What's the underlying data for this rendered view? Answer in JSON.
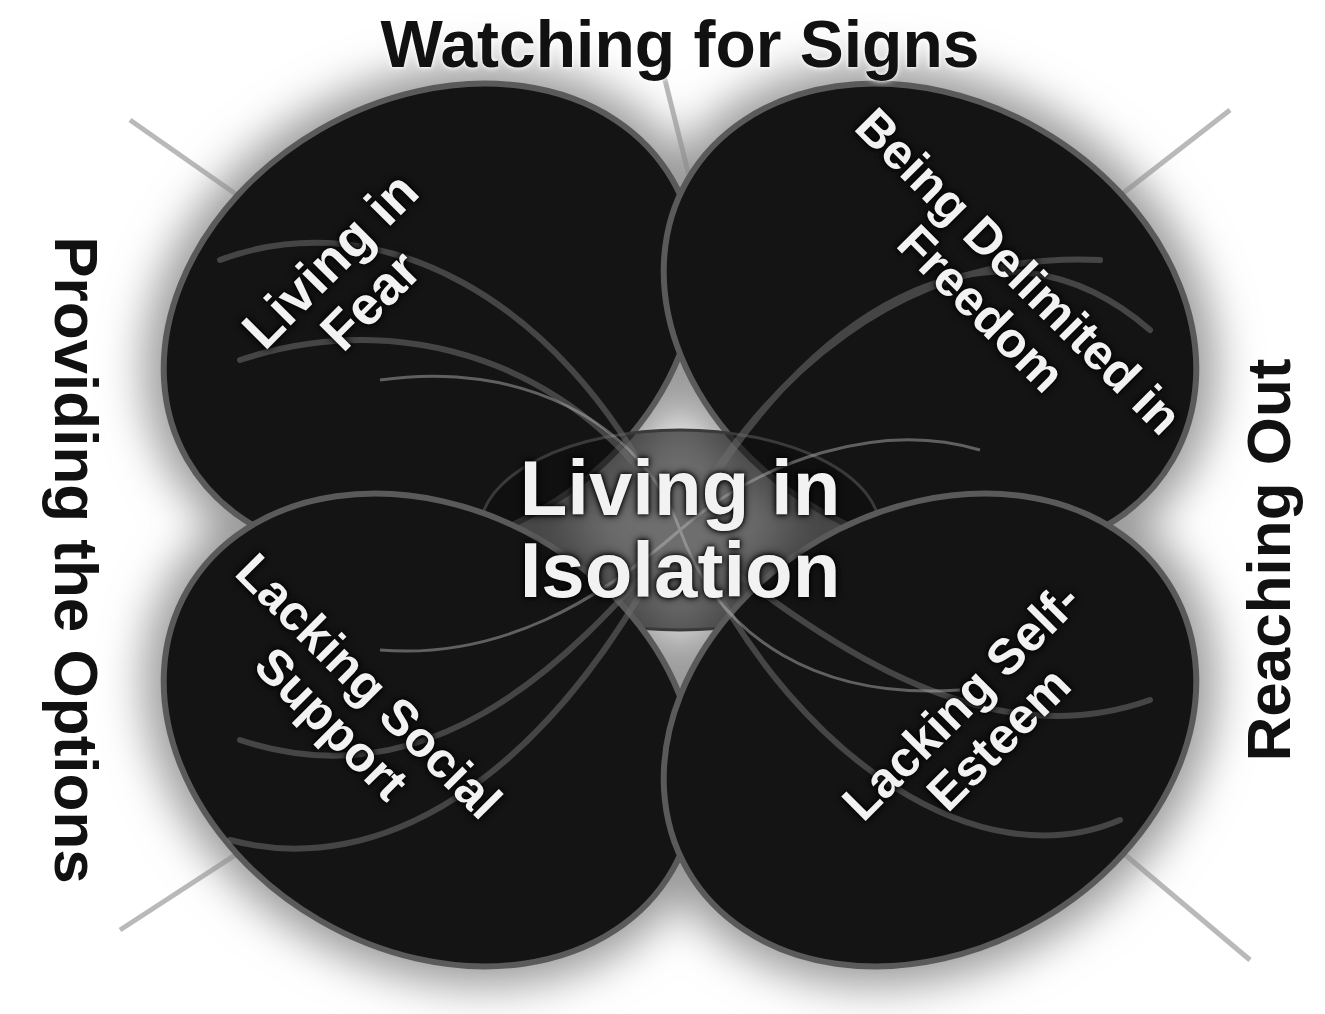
{
  "diagram": {
    "nodes": [
      {
        "text": [
          "Living in Fear"
        ]
      },
      {
        "text": [
          "Being Delimited in Freedom"
        ]
      },
      {
        "text": [
          "Living in Isolation"
        ]
      },
      {
        "text": [
          "Lacking Social Support"
        ]
      },
      {
        "text": [
          "Lacking Self-Esteem"
        ]
      }
    ],
    "labels": [
      "Watching for Signs",
      "Providing the Options",
      "Reaching Out"
    ]
  }
}
